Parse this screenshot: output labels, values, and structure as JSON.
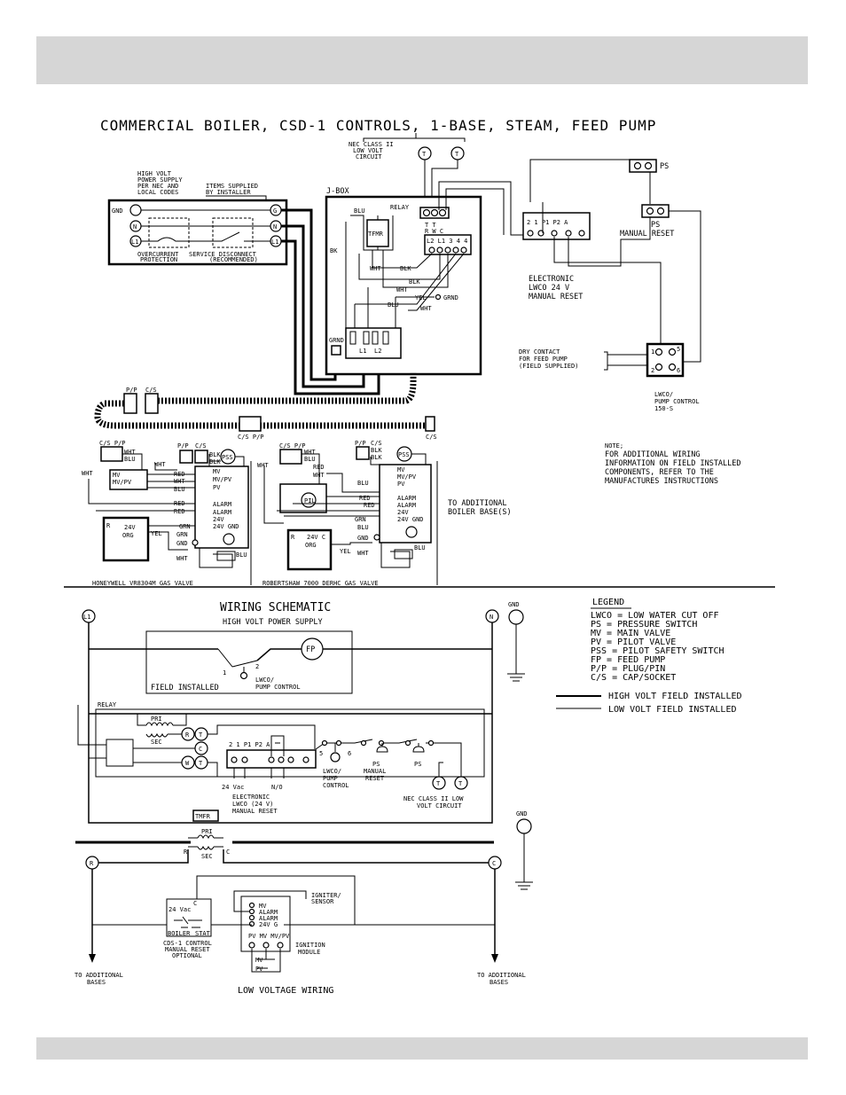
{
  "title": "COMMERCIAL BOILER, CSD-1 CONTROLS, 1-BASE, STEAM, FEED PUMP",
  "top": {
    "nec_line1": "NEC CLASS II",
    "nec_line2": "LOW VOLT",
    "nec_line3": "CIRCUIT",
    "hv_line1": "HIGH VOLT",
    "hv_line2": "POWER SUPPLY",
    "hv_line3": "PER NEC AND",
    "hv_line4": "LOCAL CODES",
    "items_line1": "ITEMS SUPPLIED",
    "items_line2": "BY INSTALLER",
    "gnd": "GND",
    "n": "N",
    "l1": "L1",
    "g": "G",
    "overcurrent1": "OVERCURRENT",
    "overcurrent2": "PROTECTION",
    "disconnect1": "SERVICE DISCONNECT",
    "disconnect2": "(RECOMMENDED)",
    "jbox": "J-BOX",
    "relay": "RELAY",
    "blu": "BLU",
    "wht": "WHT",
    "blk": "BLK",
    "yel": "YEL",
    "grnd": "GRND",
    "tfmr": "TFMR",
    "relay_terms": "T T",
    "relay_terms2": "R W C",
    "relay_bottom": "L2 L1 3 4 4",
    "l1_term": "L1",
    "l2_term": "L2",
    "lwco_terms": "2 1  P1 P2 A",
    "lwco_line1": "ELECTRONIC",
    "lwco_line2": "LWCO 24 V",
    "lwco_line3": "MANUAL RESET",
    "ps": "PS",
    "ps_manual1": "PS",
    "ps_manual2": "MANUAL RESET",
    "dry1": "DRY CONTACT",
    "dry2": "FOR FEED PUMP",
    "dry3": "(FIELD SUPPLIED)",
    "pump1": "LWCO/",
    "pump2": "PUMP CONTROL",
    "pump3": "150-S",
    "pp": "P/P",
    "cs": "C/S",
    "cspp": "C/S P/P",
    "note1": "NOTE;",
    "note2": "FOR ADDITIONAL WIRING",
    "note3": "INFORMATION ON FIELD INSTALLED",
    "note4": "COMPONENTS, REFER TO THE",
    "note5": "MANUFACTURES INSTRUCTIONS",
    "to_add1": "TO ADDITIONAL",
    "to_add2": "BOILER BASE(S)",
    "red": "RED",
    "grn": "GRN",
    "gnd_s": "GND",
    "pss": "PSS",
    "mv": "MV",
    "mvpv": "MV/PV",
    "pv": "PV",
    "alarm": "ALARM",
    "v24": "24V",
    "v24gnd": "24V GND",
    "honeywell": "HONEYWELL VR8304M GAS VALVE",
    "robertshaw": "ROBERTSHAW 7000 DERHC GAS VALVE"
  },
  "schematic": {
    "title": "WIRING SCHEMATIC",
    "subtitle": "HIGH VOLT POWER SUPPLY",
    "l1": "L1",
    "n": "N",
    "gnd": "GND",
    "fp": "FP",
    "field_installed": "FIELD INSTALLED",
    "lwco_pump1": "LWCO/",
    "lwco_pump2": "PUMP CONTROL",
    "relay": "RELAY",
    "pri": "PRI",
    "sec": "SEC",
    "r": "R",
    "t": "T",
    "c": "C",
    "w": "W",
    "lwco_terms": "2  1   P1   P2 A",
    "v24vac": "24 Vac",
    "no": "N/O",
    "elec1": "ELECTRONIC",
    "elec2": "LWCO (24 V)",
    "elec3": "MANUAL RESET",
    "lwcop1": "LWCO/",
    "lwcop2": "PUMP",
    "lwcop3": "CONTROL",
    "ps1": "PS",
    "ps2": "MANUAL",
    "ps3": "RESET",
    "ps": "PS",
    "nec1": "NEC CLASS II LOW",
    "nec2": "VOLT CIRCUIT",
    "tmfr": "TMFR",
    "num5": "5",
    "num6": "6",
    "num1": "1",
    "num2": "2",
    "cds1": "CDS-1 CONTROL",
    "cds2": "MANUAL RESET",
    "cds3": "OPTIONAL",
    "v24vac_s": "24 Vac",
    "boiler": "BOILER",
    "stat": "STAT",
    "igniter1": "IGNITER/",
    "igniter2": "SENSOR",
    "ign1": "IGNITION",
    "ign2": "MODULE",
    "to_add1": "TO ADDITIONAL",
    "to_add2": "BASES",
    "lvw": "LOW VOLTAGE WIRING"
  },
  "legend": {
    "title": "LEGEND",
    "items": [
      "LWCO = LOW WATER CUT OFF",
      "PS = PRESSURE SWITCH",
      "MV = MAIN VALVE",
      "PV = PILOT VALVE",
      "PSS = PILOT SAFETY SWITCH",
      "FP = FEED PUMP",
      "P/P = PLUG/PIN",
      "C/S = CAP/SOCKET"
    ],
    "high": "HIGH VOLT FIELD INSTALLED",
    "low": "LOW VOLT FIELD INSTALLED"
  }
}
